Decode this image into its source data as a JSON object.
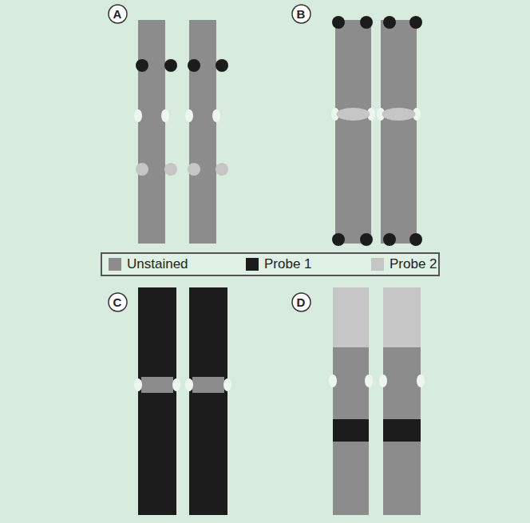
{
  "diagram": {
    "nodes": [
      {
        "text": [
          "A"
        ]
      },
      {
        "text": [
          "B"
        ]
      },
      {
        "text": [
          "C"
        ]
      },
      {
        "text": [
          "D"
        ]
      }
    ],
    "legend": [
      {
        "text": "Unstained",
        "color": "#8c8c8c"
      },
      {
        "text": "Probe 1",
        "color": "#1c1c1c"
      },
      {
        "text": "Probe 2",
        "color": "#c6c6c6"
      }
    ]
  }
}
